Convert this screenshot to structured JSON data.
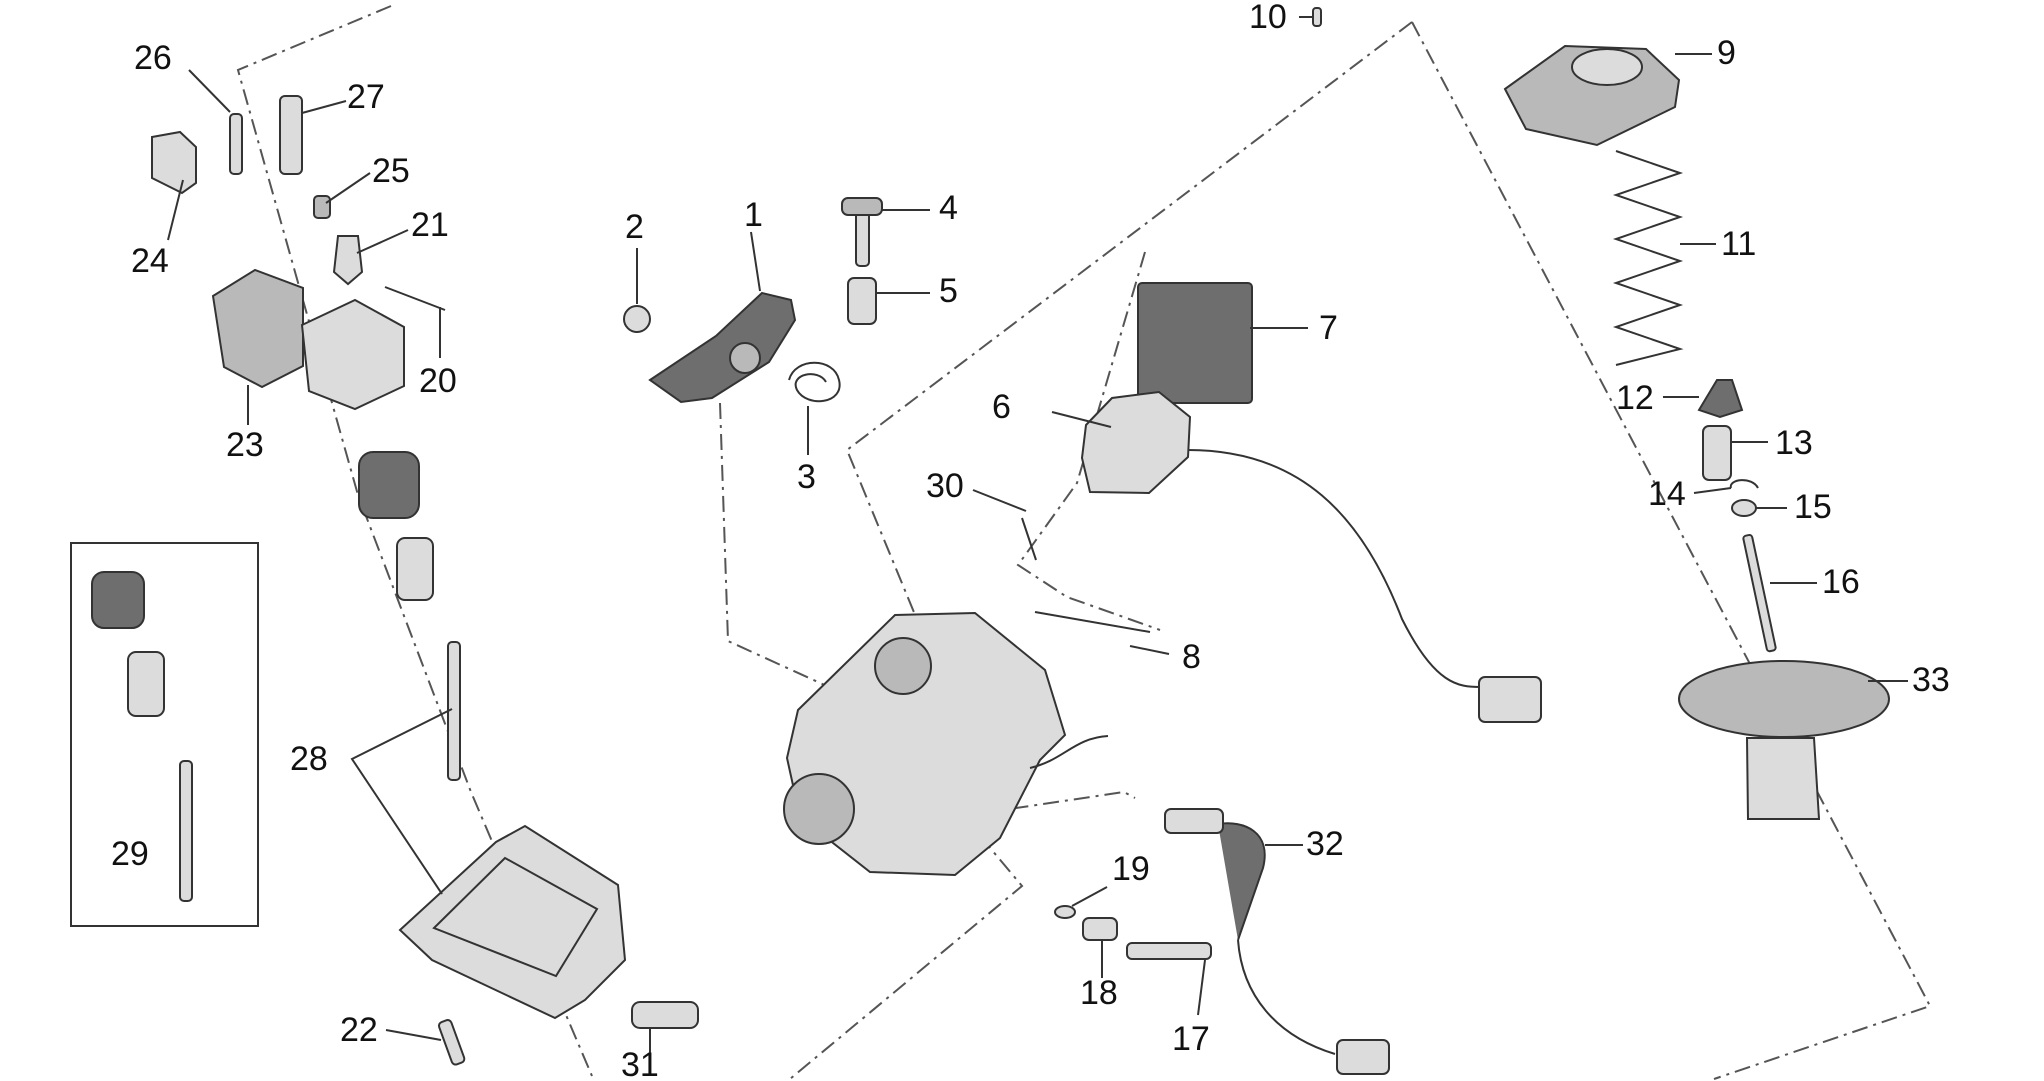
{
  "parts": [
    {
      "id": "1"
    },
    {
      "id": "2"
    },
    {
      "id": "3"
    },
    {
      "id": "4"
    },
    {
      "id": "5"
    },
    {
      "id": "6"
    },
    {
      "id": "7"
    },
    {
      "id": "8"
    },
    {
      "id": "9"
    },
    {
      "id": "10"
    },
    {
      "id": "11"
    },
    {
      "id": "12"
    },
    {
      "id": "13"
    },
    {
      "id": "14"
    },
    {
      "id": "15"
    },
    {
      "id": "16"
    },
    {
      "id": "17"
    },
    {
      "id": "18"
    },
    {
      "id": "19"
    },
    {
      "id": "20"
    },
    {
      "id": "21"
    },
    {
      "id": "22"
    },
    {
      "id": "23"
    },
    {
      "id": "24"
    },
    {
      "id": "25"
    },
    {
      "id": "26"
    },
    {
      "id": "27"
    },
    {
      "id": "28"
    },
    {
      "id": "29"
    },
    {
      "id": "30"
    },
    {
      "id": "31"
    },
    {
      "id": "32"
    },
    {
      "id": "33"
    }
  ]
}
